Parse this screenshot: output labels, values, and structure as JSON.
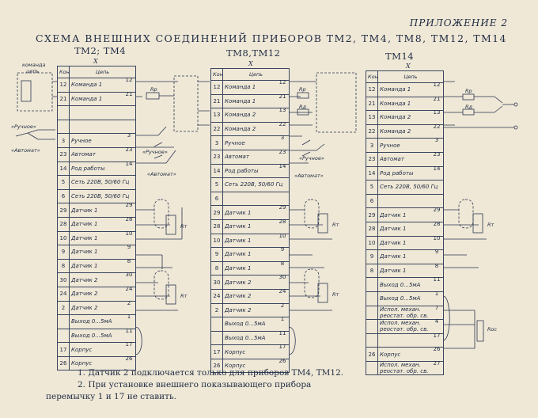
{
  "header": {
    "appendix": "ПРИЛОЖЕНИЕ 2",
    "title": "СХЕМА ВНЕШНИХ СОЕДИНЕНИЙ ПРИБОРОВ ТМ2, ТМ4, ТМ8, ТМ12, ТМ14"
  },
  "columns": {
    "kont": "Конт.",
    "circuit": "Цепь"
  },
  "x_mark": "X",
  "devices": [
    {
      "title": "ТМ2; ТМ4",
      "rows": [
        {
          "n": "12",
          "label": "Команда 1",
          "out": "12"
        },
        {
          "n": "21",
          "label": "Команда 1",
          "out": "21"
        },
        {
          "n": "",
          "label": "",
          "out": ""
        },
        {
          "n": "",
          "label": "",
          "out": ""
        },
        {
          "n": "3",
          "label": "Ручное",
          "out": "3"
        },
        {
          "n": "23",
          "label": "Автомат",
          "out": "23"
        },
        {
          "n": "14",
          "label": "Род работы",
          "out": "14"
        },
        {
          "n": "5",
          "label": "Сеть 220В, 50/60 Гц",
          "out": ""
        },
        {
          "n": "6",
          "label": "Сеть 220В, 50/60 Гц",
          "out": ""
        },
        {
          "n": "29",
          "label": "Датчик 1",
          "out": "29"
        },
        {
          "n": "28",
          "label": "Датчик 1",
          "out": "28"
        },
        {
          "n": "10",
          "label": "Датчик 1",
          "out": "10"
        },
        {
          "n": "9",
          "label": "Датчик 1",
          "out": "9"
        },
        {
          "n": "8",
          "label": "Датчик 1",
          "out": "8"
        },
        {
          "n": "30",
          "label": "Датчик 2",
          "out": "30"
        },
        {
          "n": "24",
          "label": "Датчик 2",
          "out": "24"
        },
        {
          "n": "2",
          "label": "Датчик 2",
          "out": "2"
        },
        {
          "n": "",
          "label": "Выход 0...5мА",
          "out": "1"
        },
        {
          "n": "",
          "label": "Выход 0...5мА",
          "out": "11"
        },
        {
          "n": "17",
          "label": "Корпус",
          "out": "17"
        },
        {
          "n": "26",
          "label": "Корпус",
          "out": "26"
        }
      ]
    },
    {
      "title": "ТМ8,ТМ12",
      "rows": [
        {
          "n": "12",
          "label": "Команда 1",
          "out": "12"
        },
        {
          "n": "21",
          "label": "Команда 1",
          "out": "21"
        },
        {
          "n": "13",
          "label": "Команда 2",
          "out": "13"
        },
        {
          "n": "22",
          "label": "Команда 2",
          "out": "22"
        },
        {
          "n": "3",
          "label": "Ручное",
          "out": "3"
        },
        {
          "n": "23",
          "label": "Автомат",
          "out": "23"
        },
        {
          "n": "14",
          "label": "Род работы",
          "out": "14"
        },
        {
          "n": "5",
          "label": "Сеть 220В, 50/60 Гц",
          "out": ""
        },
        {
          "n": "6",
          "label": "",
          "out": ""
        },
        {
          "n": "29",
          "label": "Датчик 1",
          "out": "29"
        },
        {
          "n": "28",
          "label": "Датчик 1",
          "out": "28"
        },
        {
          "n": "10",
          "label": "Датчик 1",
          "out": "10"
        },
        {
          "n": "9",
          "label": "Датчик 1",
          "out": "9"
        },
        {
          "n": "8",
          "label": "Датчик 1",
          "out": "8"
        },
        {
          "n": "30",
          "label": "Датчик 2",
          "out": "30"
        },
        {
          "n": "24",
          "label": "Датчик 2",
          "out": "24"
        },
        {
          "n": "2",
          "label": "Датчик 2",
          "out": "2"
        },
        {
          "n": "",
          "label": "Выход 0...5мА",
          "out": "1"
        },
        {
          "n": "",
          "label": "Выход 0...5мА",
          "out": "11"
        },
        {
          "n": "17",
          "label": "Корпус",
          "out": "17"
        },
        {
          "n": "26",
          "label": "Корпус",
          "out": "26"
        }
      ]
    },
    {
      "title": "ТМ14",
      "rows": [
        {
          "n": "12",
          "label": "Команда 1",
          "out": "12"
        },
        {
          "n": "21",
          "label": "Команда 1",
          "out": "21"
        },
        {
          "n": "13",
          "label": "Команда 2",
          "out": "13"
        },
        {
          "n": "22",
          "label": "Команда 2",
          "out": "22"
        },
        {
          "n": "3",
          "label": "Ручное",
          "out": "3"
        },
        {
          "n": "23",
          "label": "Автомат",
          "out": "23"
        },
        {
          "n": "14",
          "label": "Род работы",
          "out": "14"
        },
        {
          "n": "5",
          "label": "Сеть 220В, 50/60 Гц",
          "out": ""
        },
        {
          "n": "6",
          "label": "",
          "out": ""
        },
        {
          "n": "29",
          "label": "Датчик 1",
          "out": "29"
        },
        {
          "n": "28",
          "label": "Датчик 1",
          "out": "28"
        },
        {
          "n": "10",
          "label": "Датчик 1",
          "out": "10"
        },
        {
          "n": "9",
          "label": "Датчик 1",
          "out": "9"
        },
        {
          "n": "8",
          "label": "Датчик 1",
          "out": "8"
        },
        {
          "n": "",
          "label": "Выход 0...5мА",
          "out": "11"
        },
        {
          "n": "",
          "label": "Выход 0...5мА",
          "out": "1"
        },
        {
          "n": "",
          "label": "Испол. механ. реостат. обр. св.",
          "out": "7"
        },
        {
          "n": "",
          "label": "Испол. механ. реостат. обр. св.",
          "out": "4"
        },
        {
          "n": "",
          "label": "",
          "out": "17"
        },
        {
          "n": "26",
          "label": "Корпус",
          "out": "26"
        },
        {
          "n": "",
          "label": "Испол. механ. реостат. обр. св.",
          "out": "27"
        }
      ]
    }
  ],
  "external_labels": {
    "command": "команда",
    "circuit": "цепь",
    "manual": "«Ручное»",
    "auto": "«Автомат»",
    "rr": "Rр",
    "rd": "Rд",
    "rt": "Rт",
    "roc": "Roc"
  },
  "notes": {
    "n1": "1. Датчик 2 подключается только для приборов ТМ4, ТМ12.",
    "n2": "2. При установке внешнего показывающего прибора",
    "n3": "перемычку 1 и 17 не ставить."
  }
}
